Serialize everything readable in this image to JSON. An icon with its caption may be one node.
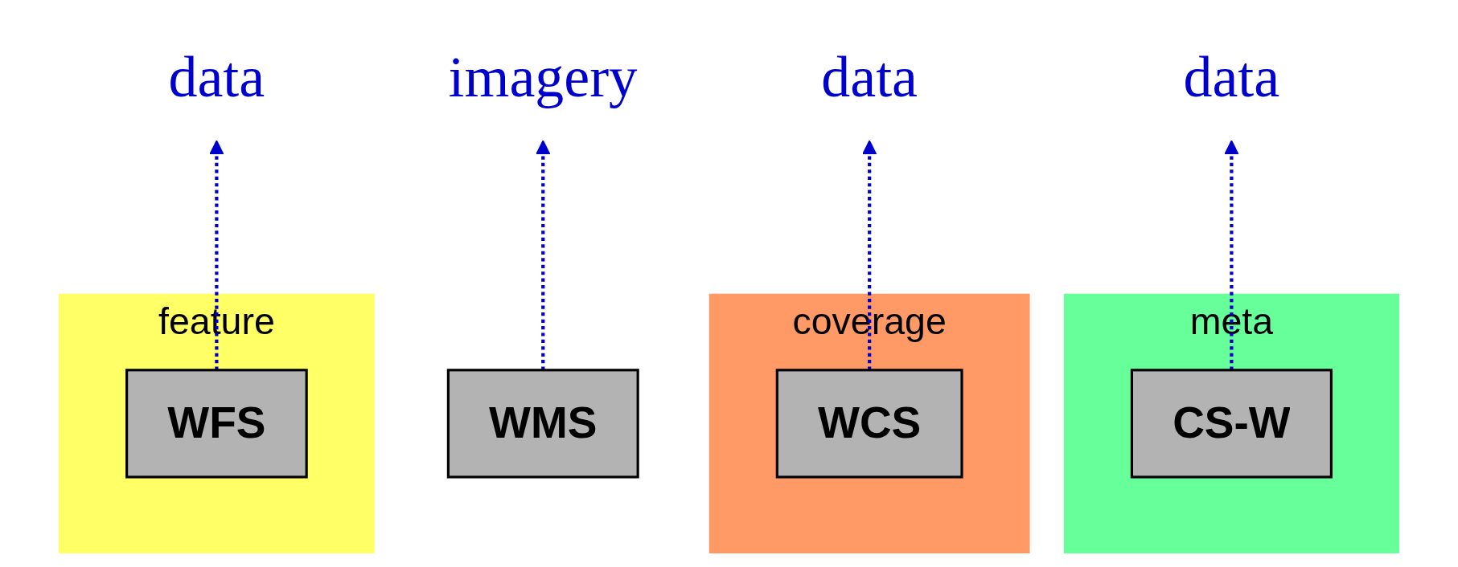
{
  "diagram": {
    "nodes": [
      {
        "text": [
          "data"
        ]
      },
      {
        "text": [
          "imagery"
        ]
      },
      {
        "text": [
          "data"
        ]
      },
      {
        "text": [
          "data"
        ]
      },
      {
        "text": [
          "feature"
        ]
      },
      {
        "text": [
          "WFS"
        ],
        "in": 4
      },
      {
        "text": [
          "WMS"
        ]
      },
      {
        "text": [
          "coverage"
        ]
      },
      {
        "text": [
          "WCS"
        ],
        "in": 7
      },
      {
        "text": [
          "meta"
        ]
      },
      {
        "text": [
          "CS-W"
        ],
        "in": 9
      }
    ],
    "edges": [
      {
        "from": 5,
        "to": 0,
        "arrow": "to",
        "style": "dashed"
      },
      {
        "from": 6,
        "to": 1,
        "arrow": "to",
        "style": "dashed"
      },
      {
        "from": 8,
        "to": 2,
        "arrow": "to",
        "style": "dashed"
      },
      {
        "from": 10,
        "to": 3,
        "arrow": "to",
        "style": "dashed"
      }
    ]
  }
}
